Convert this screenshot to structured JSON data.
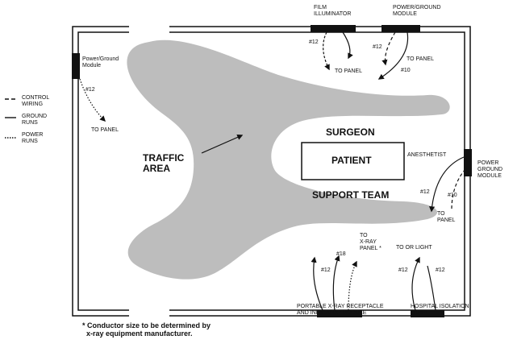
{
  "legend": {
    "control": "CONTROL\nWIRING",
    "ground": "GROUND\nRUNS",
    "power": "POWER\nRUNS"
  },
  "labels": {
    "film_illuminator": "FILM\nILLUMINATOR",
    "power_ground_top": "POWER/GROUND\nMODULE",
    "power_ground_left": "Power/Ground\nModule",
    "power_ground_right": "POWER\nGROUND\nMODULE",
    "traffic_area": "TRAFFIC\nAREA",
    "surgeon": "SURGEON",
    "patient": "PATIENT",
    "anesthetist": "ANESTHETIST",
    "support_team": "SUPPORT TEAM",
    "to_panel_1": "TO PANEL",
    "to_panel_2": "TO PANEL",
    "to_panel_3": "TO PANEL",
    "to_panel_4": "TO\nPANEL",
    "to_xray_panel": "TO\nX-RAY\nPANEL *",
    "to_or_light": "TO OR LIGHT",
    "portable_xray": "PORTABLE X-RAY RECEPTACLE\nAND INDICATOR MODULE",
    "hospital_isolation": "HOSPITAL ISOLATION\nPANEL",
    "footnote": "* Conductor size to be determined by\n  x-ray equipment manufacturer."
  },
  "wire_sizes": {
    "w12_top_a": "#12",
    "w12_top_b": "#12",
    "w10_top": "#10",
    "w12_left": "#12",
    "w12_right": "#12",
    "w10_right": "#10",
    "w18_bottom": "#18",
    "w12_bottom_a": "#12",
    "w12_bottom_b": "#12",
    "w12_bottom_c": "#12"
  }
}
